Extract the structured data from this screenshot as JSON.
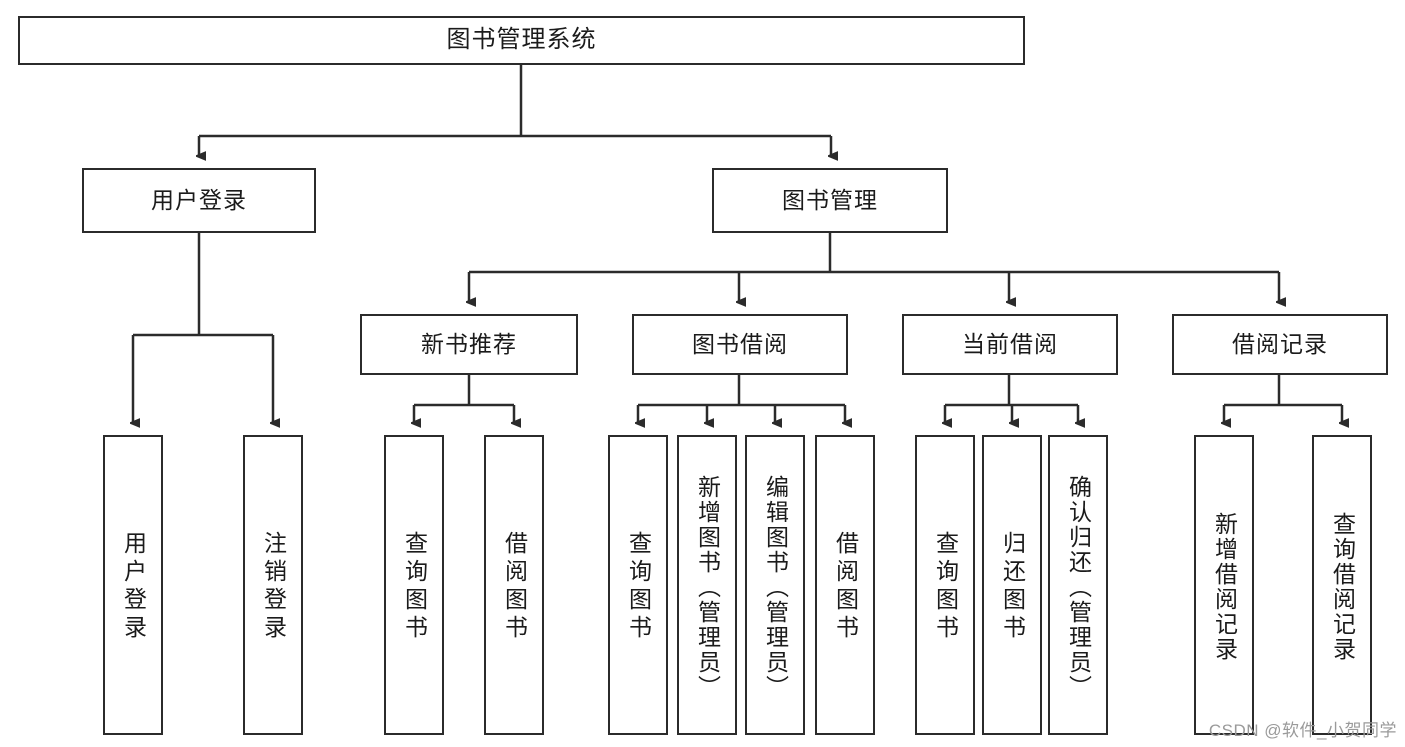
{
  "diagram": {
    "title": "图书管理系统",
    "type": "tree-hierarchy-chart",
    "colors": {
      "stroke": "#2b2b2b",
      "fill": "#ffffff",
      "text": "#1b1b1b",
      "watermark": "#9a9a9a"
    },
    "root": {
      "label": "图书管理系统"
    },
    "level2": [
      {
        "label": "用户登录"
      },
      {
        "label": "图书管理"
      }
    ],
    "level3": [
      {
        "label": "新书推荐"
      },
      {
        "label": "图书借阅"
      },
      {
        "label": "当前借阅"
      },
      {
        "label": "借阅记录"
      }
    ],
    "leaves": {
      "user_login": [
        {
          "label": "用户登录"
        },
        {
          "label": "注销登录"
        }
      ],
      "new_book_recommend": [
        {
          "label": "查询图书"
        },
        {
          "label": "借阅图书"
        }
      ],
      "book_borrow": [
        {
          "label": "查询图书"
        },
        {
          "label": "新增图书（管理员）"
        },
        {
          "label": "编辑图书（管理员）"
        },
        {
          "label": "借阅图书"
        }
      ],
      "current_borrow": [
        {
          "label": "查询图书"
        },
        {
          "label": "归还图书"
        },
        {
          "label": "确认归还（管理员）"
        }
      ],
      "borrow_record": [
        {
          "label": "新增借阅记录"
        },
        {
          "label": "查询借阅记录"
        }
      ]
    }
  },
  "watermark": {
    "text": "CSDN @软件_小贺同学"
  }
}
